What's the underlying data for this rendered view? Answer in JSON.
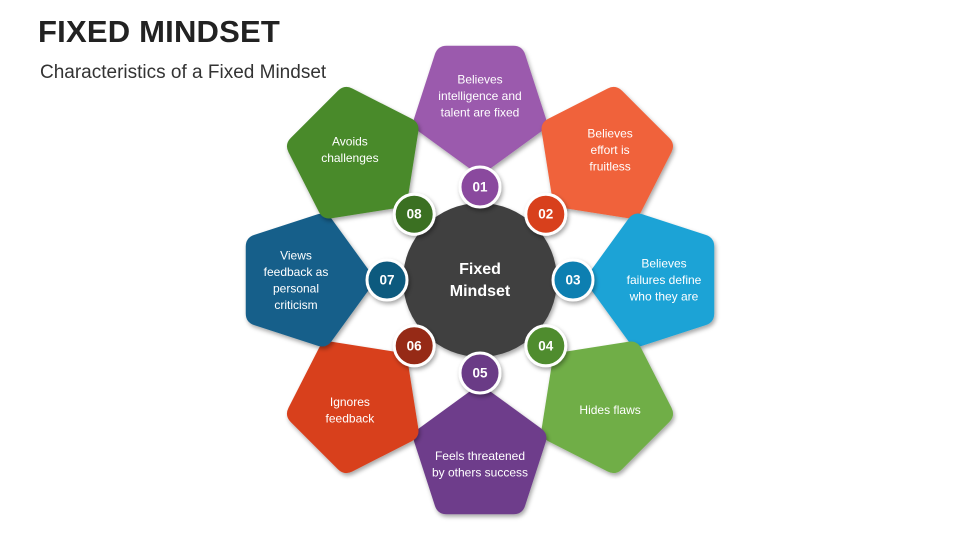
{
  "slide": {
    "title": "FIXED MINDSET",
    "subtitle": "Characteristics of a Fixed Mindset"
  },
  "center": {
    "lines": [
      "Fixed",
      "Mindset"
    ],
    "color": "#3f3f3f"
  },
  "items": [
    {
      "number": "01",
      "lines": [
        "Believes",
        "intelligence and",
        "talent are fixed"
      ],
      "color": "#9b5aad",
      "badge_color": "#8a4a9e"
    },
    {
      "number": "02",
      "lines": [
        "Believes",
        "effort is",
        "fruitless"
      ],
      "color": "#f0623a",
      "badge_color": "#d8401e"
    },
    {
      "number": "03",
      "lines": [
        "Believes",
        "failures define",
        "who they are"
      ],
      "color": "#1aa3d6",
      "badge_color": "#0f7fb1"
    },
    {
      "number": "04",
      "lines": [
        "Hides flaws"
      ],
      "color": "#6fae47",
      "badge_color": "#4f8c2e"
    },
    {
      "number": "05",
      "lines": [
        "Feels threatened",
        "by others success"
      ],
      "color": "#6e3e8b",
      "badge_color": "#6a3a86"
    },
    {
      "number": "06",
      "lines": [
        "Ignores",
        "feedback"
      ],
      "color": "#d8401e",
      "badge_color": "#962a12"
    },
    {
      "number": "07",
      "lines": [
        "Views",
        "feedback as",
        "personal",
        "criticism"
      ],
      "color": "#135f8a",
      "badge_color": "#0f5a7e"
    },
    {
      "number": "08",
      "lines": [
        "Avoids",
        "challenges"
      ],
      "color": "#4a8a2c",
      "badge_color": "#3b6f23"
    }
  ]
}
